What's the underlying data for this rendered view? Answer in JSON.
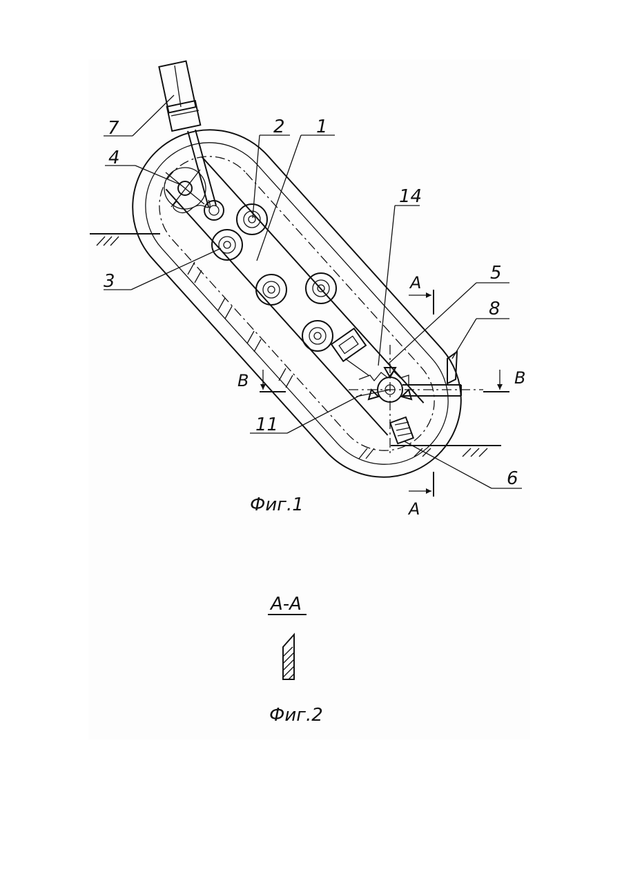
{
  "figure1": {
    "caption": "Фиг.1",
    "labels": {
      "l1": "1",
      "l2": "2",
      "l3": "3",
      "l4": "4",
      "l5": "5",
      "l6": "6",
      "l7": "7",
      "l8": "8",
      "l11": "11",
      "l14": "14"
    },
    "section_marks": {
      "a_top": "А",
      "a_bottom": "А",
      "b_left": "В",
      "b_right": "В"
    }
  },
  "figure2": {
    "title": "А-А",
    "caption": "Фиг.2"
  }
}
